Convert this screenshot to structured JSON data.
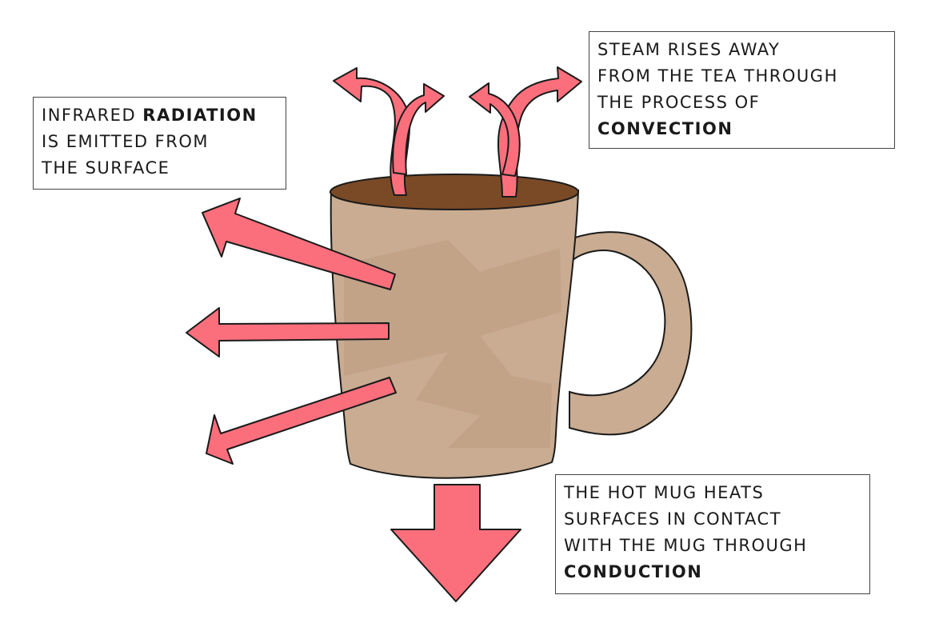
{
  "colors": {
    "arrow_fill": "#fb6f7c",
    "arrow_stroke": "#1a1a1a",
    "mug_body": "#c9ac91",
    "mug_shade": "#bc9d82",
    "tea": "#7a4a26",
    "outline": "#1a1a1a",
    "box_border": "#444444"
  },
  "labels": {
    "radiation": {
      "line1_prefix": "INFRARED ",
      "line1_keyword": "RADIATION",
      "line2": "IS EMITTED FROM",
      "line3": "THE SURFACE"
    },
    "convection": {
      "line1": "STEAM RISES AWAY",
      "line2": "FROM THE TEA THROUGH",
      "line3": "THE PROCESS OF",
      "keyword": "CONVECTION"
    },
    "conduction": {
      "line1": "THE HOT MUG HEATS",
      "line2": "SURFACES IN CONTACT",
      "line3": "WITH THE MUG THROUGH",
      "keyword": "CONDUCTION"
    }
  },
  "icons": {
    "mug": "coffee-mug-icon",
    "radiation_arrows": "arrow-icon",
    "steam_arrows": "curved-arrow-icon",
    "conduction_arrow": "arrow-down-icon"
  }
}
